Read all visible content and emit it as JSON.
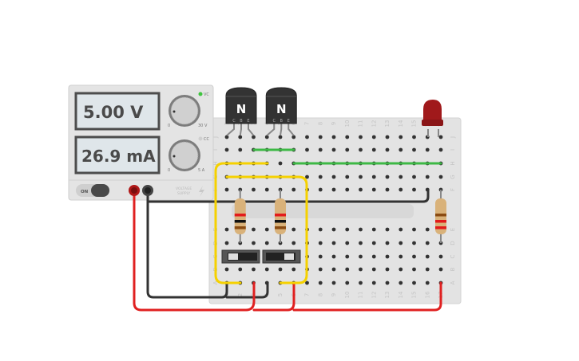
{
  "power_supply": {
    "voltage_display": "5.00 V",
    "current_display": "26.9 mA",
    "vc_label": "VC",
    "cc_label": "CC",
    "voltage_knob_min": "0",
    "voltage_knob_max": "30 V",
    "current_knob_min": "0",
    "current_knob_max": "5 A",
    "power_toggle_label": "ON",
    "brand_label_line1": "VOLTAGE",
    "brand_label_line2": "SUPPLY",
    "vc_led_color": "#3ec43e",
    "cc_led_color": "#cfcfcf"
  },
  "transistors": [
    {
      "type_label": "N",
      "pins": [
        "C",
        "B",
        "E"
      ]
    },
    {
      "type_label": "N",
      "pins": [
        "C",
        "B",
        "E"
      ]
    }
  ],
  "breadboard": {
    "columns": [
      "1",
      "2",
      "3",
      "4",
      "5",
      "6",
      "7",
      "8",
      "9",
      "10",
      "11",
      "12",
      "13",
      "14",
      "15",
      "16",
      "17"
    ],
    "rows_top": [
      "J",
      "I",
      "H",
      "G",
      "F"
    ],
    "rows_bottom": [
      "E",
      "D",
      "C",
      "B",
      "A"
    ]
  },
  "resistors": [
    {
      "bands": [
        "#e21b1b",
        "#111111",
        "#8a4b12"
      ]
    },
    {
      "bands": [
        "#e21b1b",
        "#111111",
        "#8a4b12"
      ]
    },
    {
      "bands": [
        "#8a4b12",
        "#e21b1b",
        "#e21b1b"
      ]
    }
  ],
  "led": {
    "color": "#a0191b"
  },
  "colors": {
    "wire_red": "#e02020",
    "wire_black": "#333333",
    "wire_yellow": "#f5d100",
    "wire_green": "#3db845"
  }
}
